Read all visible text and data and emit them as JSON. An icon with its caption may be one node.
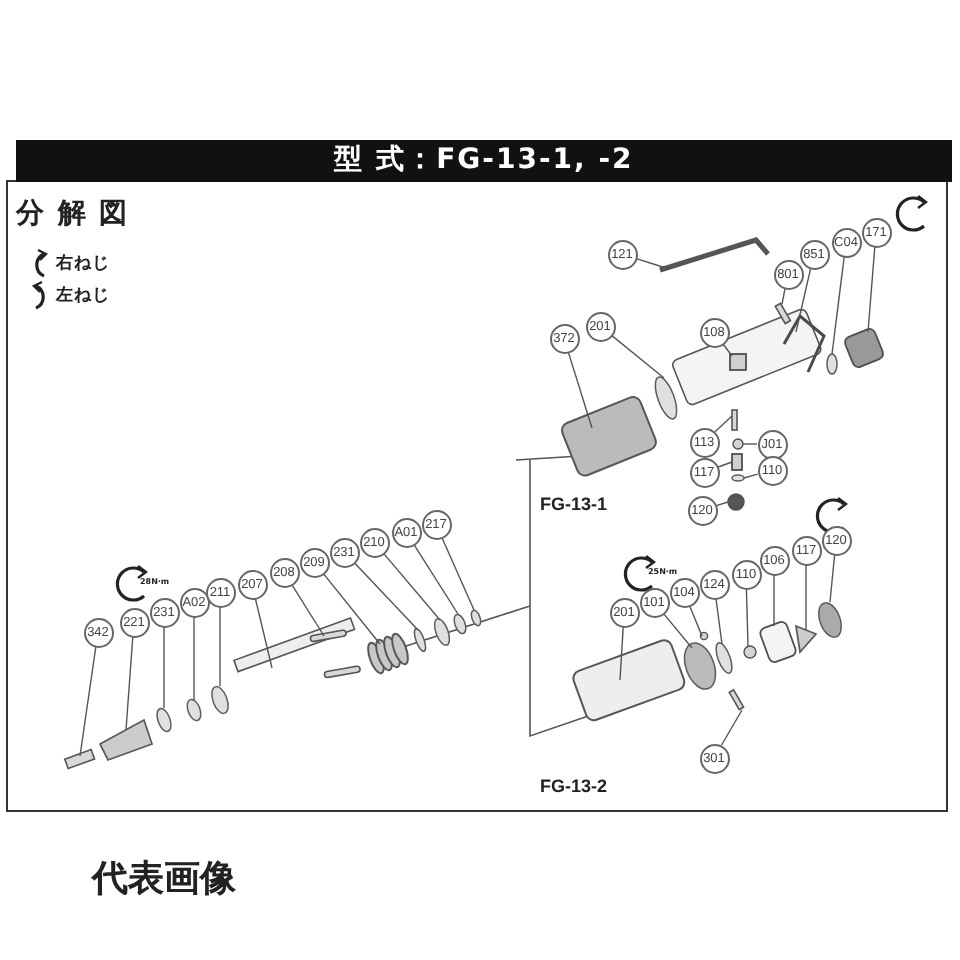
{
  "diagram": {
    "title": "型 式：FG-13-1, -2",
    "caption": "代表画像",
    "nodes": [
      {
        "text": [
          "121"
        ]
      },
      {
        "text": [
          "801"
        ]
      },
      {
        "text": [
          "851"
        ]
      },
      {
        "text": [
          "C04"
        ]
      },
      {
        "text": [
          "171"
        ]
      },
      {
        "text": [
          "372"
        ]
      },
      {
        "text": [
          "201"
        ]
      },
      {
        "text": [
          "108"
        ]
      },
      {
        "text": [
          "113"
        ]
      },
      {
        "text": [
          "J01"
        ]
      },
      {
        "text": [
          "117"
        ]
      },
      {
        "text": [
          "110"
        ]
      },
      {
        "text": [
          "120"
        ]
      },
      {
        "text": [
          "342"
        ]
      },
      {
        "text": [
          "221"
        ]
      },
      {
        "text": [
          "231"
        ]
      },
      {
        "text": [
          "A02"
        ]
      },
      {
        "text": [
          "211"
        ]
      },
      {
        "text": [
          "207"
        ]
      },
      {
        "text": [
          "208"
        ]
      },
      {
        "text": [
          "209"
        ]
      },
      {
        "text": [
          "231"
        ]
      },
      {
        "text": [
          "210"
        ]
      },
      {
        "text": [
          "A01"
        ]
      },
      {
        "text": [
          "217"
        ]
      },
      {
        "text": [
          "201"
        ]
      },
      {
        "text": [
          "101"
        ]
      },
      {
        "text": [
          "104"
        ]
      },
      {
        "text": [
          "124"
        ]
      },
      {
        "text": [
          "110"
        ]
      },
      {
        "text": [
          "106"
        ]
      },
      {
        "text": [
          "117"
        ]
      },
      {
        "text": [
          "120"
        ]
      },
      {
        "text": [
          "301"
        ]
      },
      {
        "text": [],
        "shape": "bar"
      },
      {
        "text": [],
        "shape": "bar"
      },
      {
        "text": [],
        "shape": "wire"
      },
      {
        "text": [],
        "shape": "ring"
      },
      {
        "text": [],
        "shape": "box"
      },
      {
        "text": [],
        "shape": "cylinder"
      },
      {
        "text": [],
        "shape": "ring"
      },
      {
        "text": [],
        "shape": "box"
      },
      {
        "text": [],
        "shape": "bar"
      },
      {
        "text": [],
        "shape": "circle"
      },
      {
        "text": [],
        "shape": "box"
      },
      {
        "text": [],
        "shape": "ring"
      },
      {
        "text": [],
        "shape": "circle"
      },
      {
        "text": [],
        "shape": "bar"
      },
      {
        "text": [],
        "shape": "cone"
      },
      {
        "text": [],
        "shape": "ring"
      },
      {
        "text": [],
        "shape": "ring"
      },
      {
        "text": [],
        "shape": "ring"
      },
      {
        "text": [],
        "shape": "bar"
      },
      {
        "text": [],
        "shape": "bar"
      },
      {
        "text": [],
        "shape": "cylinder"
      },
      {
        "text": [],
        "shape": "ring"
      },
      {
        "text": [],
        "shape": "ring"
      },
      {
        "text": [],
        "shape": "ring"
      },
      {
        "text": [],
        "shape": "ring"
      },
      {
        "text": [],
        "shape": "cylinder"
      },
      {
        "text": [],
        "shape": "ring"
      },
      {
        "text": [],
        "shape": "circle"
      },
      {
        "text": [],
        "shape": "ring"
      },
      {
        "text": [],
        "shape": "circle"
      },
      {
        "text": [],
        "shape": "box"
      },
      {
        "text": [],
        "shape": "cone"
      },
      {
        "text": [],
        "shape": "ring"
      },
      {
        "text": [],
        "shape": "bar"
      }
    ],
    "edges": [
      {
        "from": 0,
        "to": 34,
        "arrow": "none"
      },
      {
        "from": 1,
        "to": 35,
        "arrow": "none"
      },
      {
        "from": 2,
        "to": 36,
        "arrow": "none"
      },
      {
        "from": 3,
        "to": 37,
        "arrow": "none"
      },
      {
        "from": 4,
        "to": 38,
        "arrow": "none"
      },
      {
        "from": 5,
        "to": 39,
        "arrow": "none"
      },
      {
        "from": 6,
        "to": 40,
        "arrow": "none"
      },
      {
        "from": 7,
        "to": 41,
        "arrow": "none"
      },
      {
        "from": 8,
        "to": 42,
        "arrow": "none"
      },
      {
        "from": 9,
        "to": 43,
        "arrow": "none"
      },
      {
        "from": 10,
        "to": 44,
        "arrow": "none"
      },
      {
        "from": 11,
        "to": 45,
        "arrow": "none"
      },
      {
        "from": 12,
        "to": 46,
        "arrow": "none"
      },
      {
        "from": 13,
        "to": 47,
        "arrow": "none"
      },
      {
        "from": 14,
        "to": 48,
        "arrow": "none"
      },
      {
        "from": 15,
        "to": 49,
        "arrow": "none"
      },
      {
        "from": 16,
        "to": 50,
        "arrow": "none"
      },
      {
        "from": 17,
        "to": 51,
        "arrow": "none"
      },
      {
        "from": 18,
        "to": 52,
        "arrow": "none"
      },
      {
        "from": 19,
        "to": 53,
        "arrow": "none"
      },
      {
        "from": 20,
        "to": 54,
        "arrow": "none"
      },
      {
        "from": 21,
        "to": 55,
        "arrow": "none"
      },
      {
        "from": 22,
        "to": 56,
        "arrow": "none"
      },
      {
        "from": 23,
        "to": 57,
        "arrow": "none"
      },
      {
        "from": 24,
        "to": 58,
        "arrow": "none"
      },
      {
        "from": 25,
        "to": 59,
        "arrow": "none"
      },
      {
        "from": 26,
        "to": 60,
        "arrow": "none"
      },
      {
        "from": 27,
        "to": 61,
        "arrow": "none"
      },
      {
        "from": 28,
        "to": 62,
        "arrow": "none"
      },
      {
        "from": 29,
        "to": 63,
        "arrow": "none"
      },
      {
        "from": 30,
        "to": 64,
        "arrow": "none"
      },
      {
        "from": 31,
        "to": 65,
        "arrow": "none"
      },
      {
        "from": 32,
        "to": 66,
        "arrow": "none"
      },
      {
        "from": 33,
        "to": 67,
        "arrow": "none"
      }
    ],
    "labels": [
      "分 解 図",
      "FG-13-1",
      "FG-13-2",
      "28N·m",
      "25N·m"
    ],
    "legend": [
      {
        "text": "右ねじ"
      },
      {
        "text": "左ねじ"
      }
    ]
  }
}
